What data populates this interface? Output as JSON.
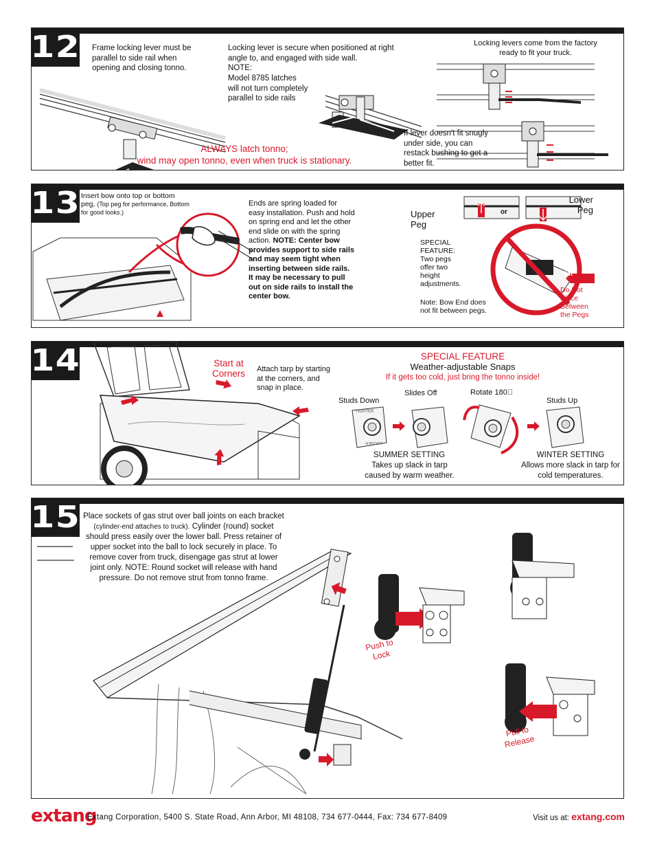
{
  "steps": {
    "s12": {
      "number": "12",
      "note_frame": "Frame locking lever must be parallel to side rail when opening and closing tonno.",
      "note_secure": "Locking lever is secure when positioned at right angle to, and engaged with side wall.",
      "note_label": "NOTE:",
      "note_model": "Model 8785 latches will not turn completely parallel to side rails",
      "note_factory": "Locking levers come from the factory ready to fit your truck.",
      "note_restack": "If lever doesn't fit snugly under side, you can restack bushing to get a better fit.",
      "warning_1": "ALWAYS latch tonno;",
      "warning_2": "wind may open tonno, even when truck is stationary."
    },
    "s13": {
      "number": "13",
      "insert_bow": "Insert bow onto top or bottom peg,",
      "insert_bow_small": "(Top peg for performance, Bottom for good looks.)",
      "spring_text": "Ends are spring loaded for easy installation. Push and hold on spring end and let the other end slide on with the spring action.",
      "spring_note": "NOTE: Center bow provides support to side rails and may seem tight when inserting between side rails. It may be necessary to pull out on side rails to install the center bow.",
      "upper_peg": "Upper Peg",
      "lower_peg": "Lower Peg",
      "or": "or",
      "special_feature": "SPECIAL FEATURE: Two pegs offer two height adjustments.",
      "note_bow": "Note: Bow End does not fit between pegs.",
      "not_label": "Not",
      "do_not_place": "Do Not Place Between the Pegs"
    },
    "s14": {
      "number": "14",
      "start_at": "Start at Corners",
      "attach_tarp": "Attach tarp by starting at the corners, and snap in place.",
      "special_feature": "SPECIAL FEATURE",
      "weather": "Weather-adjustable Snaps",
      "cold": "If it gets too cold, just bring the tonno inside!",
      "studs_down": "Studs Down",
      "slides_off": "Slides Off",
      "rotate": "Rotate 180\u0000",
      "studs_up": "Studs Up",
      "tighter": "TIGHTER",
      "looser": "LOOSER",
      "summer": "SUMMER SETTING",
      "summer_desc": "Takes up slack in tarp caused by warm weather.",
      "winter": "WINTER SETTING",
      "winter_desc": "Allows more slack in tarp for cold temperatures."
    },
    "s15": {
      "number": "15",
      "instructions": "Place sockets of gas strut over ball joints on each bracket",
      "instructions_small": "(cylinder-end attaches to truck).",
      "instructions_rest": "Cylinder (round) socket should press easily over the lower ball. Press retainer of upper socket into the ball to lock securely in place. To remove cover from truck, disengage gas strut at lower joint only. NOTE: Round socket will release with hand pressure. Do not remove strut from tonno frame.",
      "push_to_lock": "Push to Lock",
      "pull_to_release": "Pull to Release"
    }
  },
  "footer": {
    "logo": "extang",
    "address": "Extang Corporation, 5400 S. State Road, Ann Arbor, MI 48108, 734 677-0444, Fax: 734 677-8409",
    "visit_label": "Visit us at:",
    "website": "extang.com"
  },
  "colors": {
    "accent": "#d7192a",
    "dark": "#1a1a1a"
  }
}
